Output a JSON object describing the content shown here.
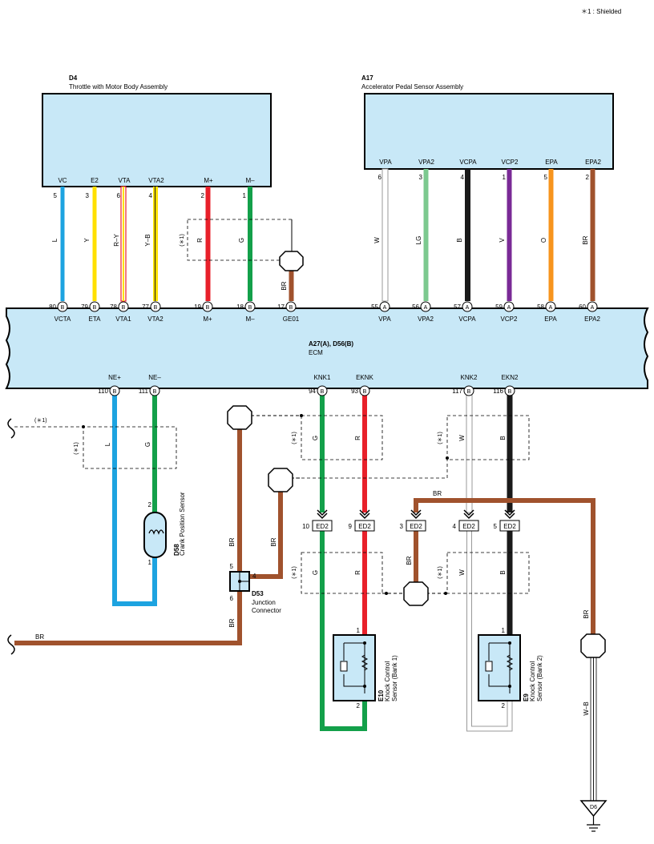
{
  "note": "＊1 : Shielded",
  "d4": {
    "code": "D4",
    "name": "Throttle with Motor Body Assembly",
    "terminals": [
      {
        "name": "VC",
        "pin": "5"
      },
      {
        "name": "E2",
        "pin": "3"
      },
      {
        "name": "VTA",
        "pin": "6"
      },
      {
        "name": "VTA2",
        "pin": "4"
      },
      {
        "name": "M+",
        "pin": "2"
      },
      {
        "name": "M–",
        "pin": "1"
      }
    ]
  },
  "a17": {
    "code": "A17",
    "name": "Accelerator Pedal Sensor Assembly",
    "terminals": [
      {
        "name": "VPA",
        "pin": "6"
      },
      {
        "name": "VPA2",
        "pin": "3"
      },
      {
        "name": "VCPA",
        "pin": "4"
      },
      {
        "name": "VCP2",
        "pin": "1"
      },
      {
        "name": "EPA",
        "pin": "5"
      },
      {
        "name": "EPA2",
        "pin": "2"
      }
    ]
  },
  "ecm": {
    "code": "A27(A), D56(B)",
    "name": "ECM",
    "top_pins": [
      {
        "num": "80",
        "conn": "B",
        "name": "VCTA"
      },
      {
        "num": "79",
        "conn": "B",
        "name": "ETA"
      },
      {
        "num": "78",
        "conn": "B",
        "name": "VTA1"
      },
      {
        "num": "77",
        "conn": "B",
        "name": "VTA2"
      },
      {
        "num": "19",
        "conn": "B",
        "name": "M+"
      },
      {
        "num": "18",
        "conn": "B",
        "name": "M–"
      },
      {
        "num": "17",
        "conn": "B",
        "name": "GE01"
      },
      {
        "num": "55",
        "conn": "A",
        "name": "VPA"
      },
      {
        "num": "56",
        "conn": "A",
        "name": "VPA2"
      },
      {
        "num": "57",
        "conn": "A",
        "name": "VCPA"
      },
      {
        "num": "59",
        "conn": "A",
        "name": "VCP2"
      },
      {
        "num": "58",
        "conn": "A",
        "name": "EPA"
      },
      {
        "num": "60",
        "conn": "A",
        "name": "EPA2"
      }
    ],
    "bottom_pins": [
      {
        "num": "110",
        "conn": "B",
        "name": "NE+"
      },
      {
        "num": "111",
        "conn": "B",
        "name": "NE–"
      },
      {
        "num": "94",
        "conn": "B",
        "name": "KNK1"
      },
      {
        "num": "93",
        "conn": "B",
        "name": "EKNK"
      },
      {
        "num": "117",
        "conn": "B",
        "name": "KNK2"
      },
      {
        "num": "116",
        "conn": "B",
        "name": "EKN2"
      }
    ]
  },
  "wire_labels": {
    "vc": "L",
    "e2": "Y",
    "vta": "R–Y",
    "vta2": "Y–B",
    "mplus": "R",
    "mminus": "G",
    "ge01": "BR",
    "vpa": "W",
    "vpa2": "LG",
    "vcpa": "B",
    "vcp2": "V",
    "epa": "O",
    "epa2": "BR",
    "nep": "L",
    "nem": "G",
    "knk1_top": "G",
    "eknk_top": "R",
    "knk2_top": "W",
    "ekn2_top": "B",
    "knk1_bot": "G",
    "eknk_bot": "R",
    "knk2_bot": "W",
    "ekn2_bot": "B",
    "br_shield_top": "BR",
    "br_shield2": "BR",
    "br_ed2": "BR",
    "br_ed2_down": "BR",
    "br_left_bottom": "BR",
    "br_d53_pin6": "BR",
    "br_right": "BR",
    "wb_ground": "W–B"
  },
  "shield_mark": "(＊1)",
  "d58": {
    "code": "D58",
    "name": "Crank Position Sensor",
    "pin_top": "2",
    "pin_bot": "1"
  },
  "d53": {
    "code": "D53",
    "name1": "Junction",
    "name2": "Connector",
    "pin5": "5",
    "pin4": "4",
    "pin6": "6"
  },
  "ed2": {
    "label": "ED2",
    "pins": [
      "10",
      "9",
      "3",
      "4",
      "5"
    ]
  },
  "e10": {
    "code": "E10",
    "name1": "Knock Control",
    "name2": "Sensor (Bank 1)",
    "pin_top": "1",
    "pin_bot": "2"
  },
  "e9": {
    "code": "E9",
    "name1": "Knock Control",
    "name2": "Sensor (Bank 2)",
    "pin_top": "1",
    "pin_bot": "2"
  },
  "ground": {
    "label": "D6"
  },
  "colors": {
    "L": "#1da3e0",
    "Y": "#ffe000",
    "R": "#e8202a",
    "G": "#13a04a",
    "BR": "#a0522d",
    "W": "#ffffff",
    "LG": "#7cc98f",
    "B": "#1a1a1a",
    "V": "#7a2a96",
    "O": "#f7941d"
  }
}
